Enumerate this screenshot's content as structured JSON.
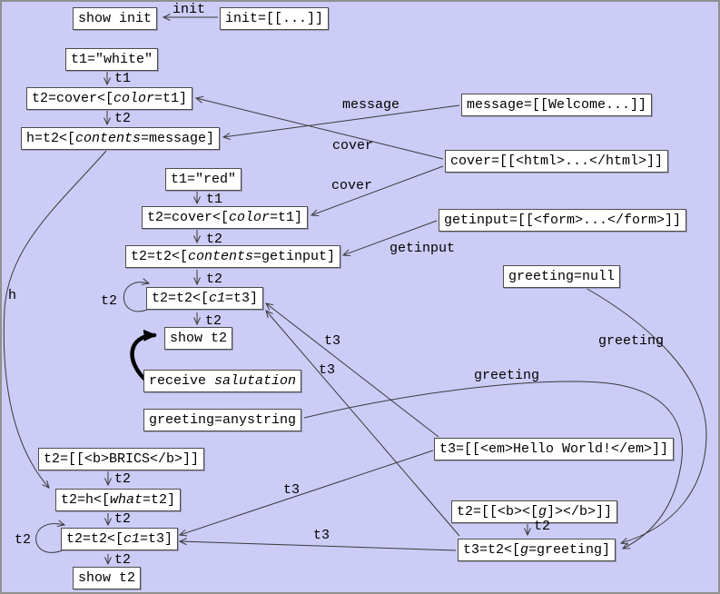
{
  "colors": {
    "bg": "#ccccf7",
    "frame": "#909090",
    "line": "#3a3a3a",
    "node_fill": "#ffffff",
    "node_border": "#4d4d4d",
    "node_shadow": "#9d9dbb"
  },
  "nodes": [
    {
      "id": "show-init",
      "segments": [
        {
          "t": "show init",
          "i": false
        }
      ]
    },
    {
      "id": "init-def",
      "segments": [
        {
          "t": "init=[[...]]",
          "i": false
        }
      ]
    },
    {
      "id": "t1-white",
      "segments": [
        {
          "t": "t1=\"white\"",
          "i": false
        }
      ]
    },
    {
      "id": "t2-cover-color-t1-a",
      "segments": [
        {
          "t": "t2=cover<[",
          "i": false
        },
        {
          "t": "color",
          "i": true
        },
        {
          "t": "=t1]",
          "i": false
        }
      ]
    },
    {
      "id": "h-def",
      "segments": [
        {
          "t": "h=t2<[",
          "i": false
        },
        {
          "t": "contents",
          "i": true
        },
        {
          "t": "=message]",
          "i": false
        }
      ]
    },
    {
      "id": "message-def",
      "segments": [
        {
          "t": "message=[[Welcome...]]",
          "i": false
        }
      ]
    },
    {
      "id": "cover-def",
      "segments": [
        {
          "t": "cover=[[<html>...</html>]]",
          "i": false
        }
      ]
    },
    {
      "id": "getinput-def",
      "segments": [
        {
          "t": "getinput=[[<form>...</form>]]",
          "i": false
        }
      ]
    },
    {
      "id": "t1-red",
      "segments": [
        {
          "t": "t1=\"red\"",
          "i": false
        }
      ]
    },
    {
      "id": "t2-cover-color-t1-b",
      "segments": [
        {
          "t": "t2=cover<[",
          "i": false
        },
        {
          "t": "color",
          "i": true
        },
        {
          "t": "=t1]",
          "i": false
        }
      ]
    },
    {
      "id": "t2-contents-getinput",
      "segments": [
        {
          "t": "t2=t2<[",
          "i": false
        },
        {
          "t": "contents",
          "i": true
        },
        {
          "t": "=getinput]",
          "i": false
        }
      ]
    },
    {
      "id": "t2-c1-t3-upper",
      "segments": [
        {
          "t": "t2=t2<[",
          "i": false
        },
        {
          "t": "c1",
          "i": true
        },
        {
          "t": "=t3]",
          "i": false
        }
      ]
    },
    {
      "id": "show-t2-upper",
      "segments": [
        {
          "t": "show t2",
          "i": false
        }
      ]
    },
    {
      "id": "receive-salutation",
      "segments": [
        {
          "t": "receive ",
          "i": false
        },
        {
          "t": "salutation",
          "i": true
        }
      ]
    },
    {
      "id": "greeting-anystring",
      "segments": [
        {
          "t": "greeting=anystring",
          "i": false
        }
      ]
    },
    {
      "id": "greeting-null",
      "segments": [
        {
          "t": "greeting=null",
          "i": false
        }
      ]
    },
    {
      "id": "t2-brics",
      "segments": [
        {
          "t": "t2=[[<b>BRICS</b>]]",
          "i": false
        }
      ]
    },
    {
      "id": "t2-h-what",
      "segments": [
        {
          "t": "t2=h<[",
          "i": false
        },
        {
          "t": "what",
          "i": true
        },
        {
          "t": "=t2]",
          "i": false
        }
      ]
    },
    {
      "id": "t2-c1-t3-lower",
      "segments": [
        {
          "t": "t2=t2<[",
          "i": false
        },
        {
          "t": "c1",
          "i": true
        },
        {
          "t": "=t3]",
          "i": false
        }
      ]
    },
    {
      "id": "show-t2-lower",
      "segments": [
        {
          "t": "show t2",
          "i": false
        }
      ]
    },
    {
      "id": "t3-hello-world",
      "segments": [
        {
          "t": "t3=[[<em>Hello World!</em>]]",
          "i": false
        }
      ]
    },
    {
      "id": "t2-b-g",
      "segments": [
        {
          "t": "t2=[[<b><[",
          "i": false
        },
        {
          "t": "g",
          "i": true
        },
        {
          "t": "]></b>]]",
          "i": false
        }
      ]
    },
    {
      "id": "t3-t2-g-greeting",
      "segments": [
        {
          "t": "t3=t2<[",
          "i": false
        },
        {
          "t": "g",
          "i": true
        },
        {
          "t": "=greeting]",
          "i": false
        }
      ]
    }
  ],
  "edge_labels": [
    {
      "text": "init"
    },
    {
      "text": "t1"
    },
    {
      "text": "t2"
    },
    {
      "text": "message"
    },
    {
      "text": "cover"
    },
    {
      "text": "cover"
    },
    {
      "text": "t1"
    },
    {
      "text": "t2"
    },
    {
      "text": "getinput"
    },
    {
      "text": "t2"
    },
    {
      "text": "t2"
    },
    {
      "text": "t2"
    },
    {
      "text": "t3"
    },
    {
      "text": "t3"
    },
    {
      "text": "greeting"
    },
    {
      "text": "greeting"
    },
    {
      "text": "h"
    },
    {
      "text": "t2"
    },
    {
      "text": "t2"
    },
    {
      "text": "t2"
    },
    {
      "text": "t2"
    },
    {
      "text": "t3"
    },
    {
      "text": "t3"
    },
    {
      "text": "t2"
    }
  ]
}
